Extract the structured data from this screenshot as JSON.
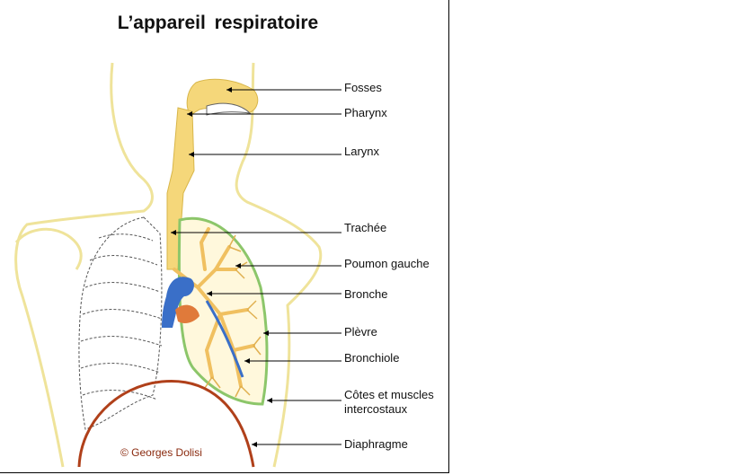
{
  "title": "L’appareil respiratoire",
  "credit": "© Georges Dolisi",
  "labels": {
    "fosses": "Fosses",
    "pharynx": "Pharynx",
    "larynx": "Larynx",
    "trachee": "Trachée",
    "poumon_gauche": "Poumon gauche",
    "bronche": "Bronche",
    "plevre": "Plèvre",
    "bronchiole": "Bronchiole",
    "cotes_line1": "Côtes et muscles",
    "cotes_line2": "intercostaux",
    "diaphragme": "Diaphragme"
  },
  "colors": {
    "airway": "#f5d77a",
    "body_outline": "#efe39a",
    "pleura": "#8cc66a",
    "vein": "#3a6fc8",
    "artery": "#e07a3a",
    "diaphragm": "#b0401a",
    "lung_ribs": "#555555"
  }
}
